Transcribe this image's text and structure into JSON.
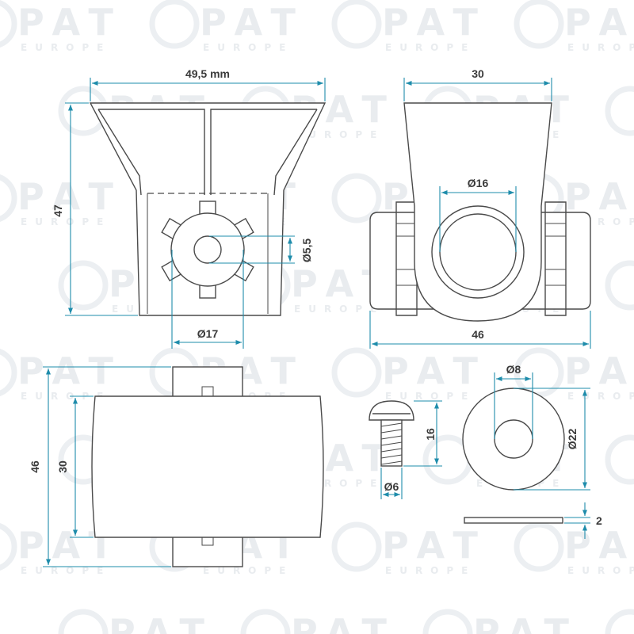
{
  "watermark": {
    "brand": "PAT",
    "sub": "EUROPE"
  },
  "colors": {
    "dimension": "#1e8cab",
    "outline": "#4a4a4a",
    "watermark": "#e9ecef"
  },
  "dimensions": {
    "front_width": "49,5 mm",
    "front_height": "47",
    "hole_diameter": "Ø5,5",
    "gear_diameter": "Ø17",
    "side_top_width": "30",
    "side_bore_diameter": "Ø16",
    "side_base_width": "46",
    "top_outer_height": "46",
    "top_inner_height": "30",
    "screw_head_height": "16",
    "screw_diameter": "Ø6",
    "washer_hole_diameter": "Ø8",
    "washer_outer_diameter": "Ø22",
    "washer_thickness": "2"
  }
}
